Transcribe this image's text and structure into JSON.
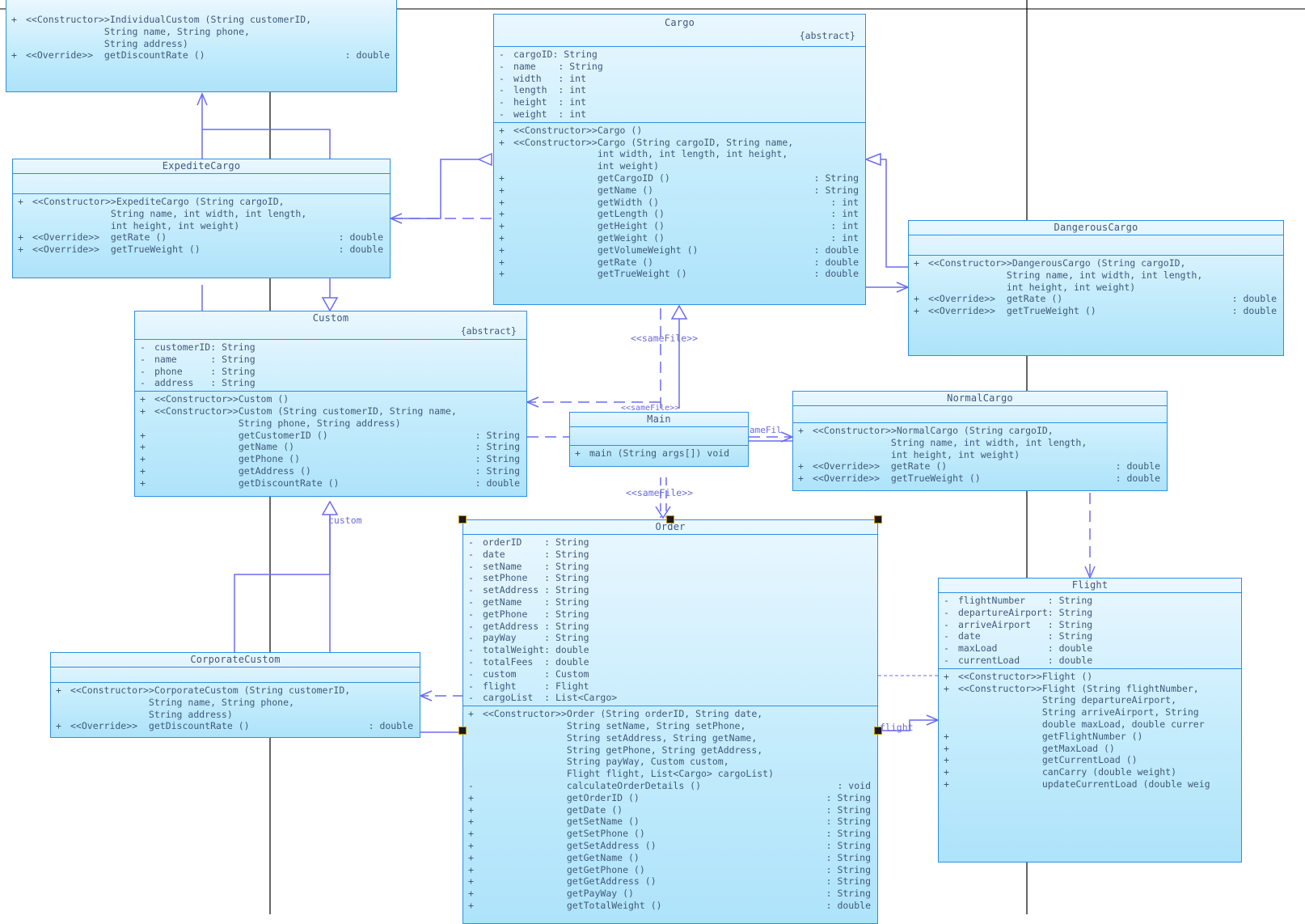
{
  "classes": {
    "individual": {
      "name": "",
      "attrs": [],
      "ops": [
        {
          "v": "+",
          "t": "<<Constructor>>IndividualCustom (String customerID,",
          "ty": ""
        },
        {
          "v": "",
          "t": "              String name, String phone,",
          "ty": ""
        },
        {
          "v": "",
          "t": "              String address)",
          "ty": ""
        },
        {
          "v": "+",
          "t": "<<Override>>  getDiscountRate ()",
          "ty": ": double"
        }
      ]
    },
    "cargo": {
      "name": "Cargo",
      "stereo": "{abstract}",
      "attrs": [
        {
          "v": "-",
          "t": "cargoID: String",
          "ty": ""
        },
        {
          "v": "-",
          "t": "name    : String",
          "ty": ""
        },
        {
          "v": "-",
          "t": "width   : int",
          "ty": ""
        },
        {
          "v": "-",
          "t": "length  : int",
          "ty": ""
        },
        {
          "v": "-",
          "t": "height  : int",
          "ty": ""
        },
        {
          "v": "-",
          "t": "weight  : int",
          "ty": ""
        }
      ],
      "ops": [
        {
          "v": "+",
          "t": "<<Constructor>>Cargo ()",
          "ty": ""
        },
        {
          "v": "+",
          "t": "<<Constructor>>Cargo (String cargoID, String name,",
          "ty": ""
        },
        {
          "v": "",
          "t": "               int width, int length, int height,",
          "ty": ""
        },
        {
          "v": "",
          "t": "               int weight)",
          "ty": ""
        },
        {
          "v": "+",
          "t": "               getCargoID ()",
          "ty": ": String"
        },
        {
          "v": "+",
          "t": "               getName ()",
          "ty": ": String"
        },
        {
          "v": "+",
          "t": "               getWidth ()",
          "ty": ": int"
        },
        {
          "v": "+",
          "t": "               getLength ()",
          "ty": ": int"
        },
        {
          "v": "+",
          "t": "               getHeight ()",
          "ty": ": int"
        },
        {
          "v": "+",
          "t": "               getWeight ()",
          "ty": ": int"
        },
        {
          "v": "+",
          "t": "               getVolumeWeight ()",
          "ty": ": double"
        },
        {
          "v": "+",
          "t": "               getRate ()",
          "ty": ": double"
        },
        {
          "v": "+",
          "t": "               getTrueWeight ()",
          "ty": ": double"
        }
      ]
    },
    "expedite": {
      "name": "ExpediteCargo",
      "attrs": [],
      "ops": [
        {
          "v": "+",
          "t": "<<Constructor>>ExpediteCargo (String cargoID,",
          "ty": ""
        },
        {
          "v": "",
          "t": "              String name, int width, int length,",
          "ty": ""
        },
        {
          "v": "",
          "t": "              int height, int weight)",
          "ty": ""
        },
        {
          "v": "+",
          "t": "<<Override>>  getRate ()",
          "ty": ": double"
        },
        {
          "v": "+",
          "t": "<<Override>>  getTrueWeight ()",
          "ty": ": double"
        }
      ]
    },
    "dangerous": {
      "name": "DangerousCargo",
      "attrs": [],
      "ops": [
        {
          "v": "+",
          "t": "<<Constructor>>DangerousCargo (String cargoID,",
          "ty": ""
        },
        {
          "v": "",
          "t": "              String name, int width, int length,",
          "ty": ""
        },
        {
          "v": "",
          "t": "              int height, int weight)",
          "ty": ""
        },
        {
          "v": "+",
          "t": "<<Override>>  getRate ()",
          "ty": ": double"
        },
        {
          "v": "+",
          "t": "<<Override>>  getTrueWeight ()",
          "ty": ": double"
        }
      ]
    },
    "custom": {
      "name": "Custom",
      "stereo": "{abstract}",
      "attrs": [
        {
          "v": "-",
          "t": "customerID: String",
          "ty": ""
        },
        {
          "v": "-",
          "t": "name      : String",
          "ty": ""
        },
        {
          "v": "-",
          "t": "phone     : String",
          "ty": ""
        },
        {
          "v": "-",
          "t": "address   : String",
          "ty": ""
        }
      ],
      "ops": [
        {
          "v": "+",
          "t": "<<Constructor>>Custom ()",
          "ty": ""
        },
        {
          "v": "+",
          "t": "<<Constructor>>Custom (String customerID, String name,",
          "ty": ""
        },
        {
          "v": "",
          "t": "               String phone, String address)",
          "ty": ""
        },
        {
          "v": "+",
          "t": "               getCustomerID ()",
          "ty": ": String"
        },
        {
          "v": "+",
          "t": "               getName ()",
          "ty": ": String"
        },
        {
          "v": "+",
          "t": "               getPhone ()",
          "ty": ": String"
        },
        {
          "v": "+",
          "t": "               getAddress ()",
          "ty": ": String"
        },
        {
          "v": "+",
          "t": "               getDiscountRate ()",
          "ty": ": double"
        }
      ]
    },
    "main": {
      "name": "Main",
      "attrs": [],
      "ops": [
        {
          "v": "+",
          "t": "main (String args[]) void",
          "ty": ""
        }
      ]
    },
    "normal": {
      "name": "NormalCargo",
      "attrs": [],
      "ops": [
        {
          "v": "+",
          "t": "<<Constructor>>NormalCargo (String cargoID,",
          "ty": ""
        },
        {
          "v": "",
          "t": "              String name, int width, int length,",
          "ty": ""
        },
        {
          "v": "",
          "t": "              int height, int weight)",
          "ty": ""
        },
        {
          "v": "+",
          "t": "<<Override>>  getRate ()",
          "ty": ": double"
        },
        {
          "v": "+",
          "t": "<<Override>>  getTrueWeight ()",
          "ty": ": double"
        }
      ]
    },
    "order": {
      "name": "Order",
      "attrs": [
        {
          "v": "-",
          "t": "orderID    : String",
          "ty": ""
        },
        {
          "v": "-",
          "t": "date       : String",
          "ty": ""
        },
        {
          "v": "-",
          "t": "setName    : String",
          "ty": ""
        },
        {
          "v": "-",
          "t": "setPhone   : String",
          "ty": ""
        },
        {
          "v": "-",
          "t": "setAddress : String",
          "ty": ""
        },
        {
          "v": "-",
          "t": "getName    : String",
          "ty": ""
        },
        {
          "v": "-",
          "t": "getPhone   : String",
          "ty": ""
        },
        {
          "v": "-",
          "t": "getAddress : String",
          "ty": ""
        },
        {
          "v": "-",
          "t": "payWay     : String",
          "ty": ""
        },
        {
          "v": "-",
          "t": "totalWeight: double",
          "ty": ""
        },
        {
          "v": "-",
          "t": "totalFees  : double",
          "ty": ""
        },
        {
          "v": "-",
          "t": "custom     : Custom",
          "ty": ""
        },
        {
          "v": "-",
          "t": "flight     : Flight",
          "ty": ""
        },
        {
          "v": "-",
          "t": "cargoList  : List<Cargo>",
          "ty": ""
        }
      ],
      "ops": [
        {
          "v": "+",
          "t": "<<Constructor>>Order (String orderID, String date,",
          "ty": ""
        },
        {
          "v": "",
          "t": "               String setName, String setPhone,",
          "ty": ""
        },
        {
          "v": "",
          "t": "               String setAddress, String getName,",
          "ty": ""
        },
        {
          "v": "",
          "t": "               String getPhone, String getAddress,",
          "ty": ""
        },
        {
          "v": "",
          "t": "               String payWay, Custom custom,",
          "ty": ""
        },
        {
          "v": "",
          "t": "               Flight flight, List<Cargo> cargoList)",
          "ty": ""
        },
        {
          "v": "-",
          "t": "               calculateOrderDetails ()",
          "ty": ": void"
        },
        {
          "v": "+",
          "t": "               getOrderID ()",
          "ty": ": String"
        },
        {
          "v": "+",
          "t": "               getDate ()",
          "ty": ": String"
        },
        {
          "v": "+",
          "t": "               getSetName ()",
          "ty": ": String"
        },
        {
          "v": "+",
          "t": "               getSetPhone ()",
          "ty": ": String"
        },
        {
          "v": "+",
          "t": "               getSetAddress ()",
          "ty": ": String"
        },
        {
          "v": "+",
          "t": "               getGetName ()",
          "ty": ": String"
        },
        {
          "v": "+",
          "t": "               getGetPhone ()",
          "ty": ": String"
        },
        {
          "v": "+",
          "t": "               getGetAddress ()",
          "ty": ": String"
        },
        {
          "v": "+",
          "t": "               getPayWay ()",
          "ty": ": String"
        },
        {
          "v": "+",
          "t": "               getTotalWeight ()",
          "ty": ": double"
        }
      ]
    },
    "flight": {
      "name": "Flight",
      "attrs": [
        {
          "v": "-",
          "t": "flightNumber    : String",
          "ty": ""
        },
        {
          "v": "-",
          "t": "departureAirport: String",
          "ty": ""
        },
        {
          "v": "-",
          "t": "arriveAirport   : String",
          "ty": ""
        },
        {
          "v": "-",
          "t": "date            : String",
          "ty": ""
        },
        {
          "v": "-",
          "t": "maxLoad         : double",
          "ty": ""
        },
        {
          "v": "-",
          "t": "currentLoad     : double",
          "ty": ""
        }
      ],
      "ops": [
        {
          "v": "+",
          "t": "<<Constructor>>Flight ()",
          "ty": ""
        },
        {
          "v": "+",
          "t": "<<Constructor>>Flight (String flightNumber,",
          "ty": ""
        },
        {
          "v": "",
          "t": "               String departureAirport,",
          "ty": ""
        },
        {
          "v": "",
          "t": "               String arriveAirport, String",
          "ty": ""
        },
        {
          "v": "",
          "t": "               double maxLoad, double currer",
          "ty": ""
        },
        {
          "v": "+",
          "t": "               getFlightNumber ()",
          "ty": ""
        },
        {
          "v": "+",
          "t": "               getMaxLoad ()",
          "ty": ""
        },
        {
          "v": "+",
          "t": "               getCurrentLoad ()",
          "ty": ""
        },
        {
          "v": "+",
          "t": "               canCarry (double weight)",
          "ty": ""
        },
        {
          "v": "+",
          "t": "               updateCurrentLoad (double weig",
          "ty": ""
        }
      ]
    },
    "corporate": {
      "name": "CorporateCustom",
      "attrs": [],
      "ops": [
        {
          "v": "+",
          "t": "<<Constructor>>CorporateCustom (String customerID,",
          "ty": ""
        },
        {
          "v": "",
          "t": "              String name, String phone,",
          "ty": ""
        },
        {
          "v": "",
          "t": "              String address)",
          "ty": ""
        },
        {
          "v": "+",
          "t": "<<Override>>  getDiscountRate ()",
          "ty": ": double"
        }
      ]
    }
  },
  "labels": {
    "samefile1": "<<sameFile>>",
    "samefile2": "<<sameFile>>",
    "samefile3": "<<sameFile>>",
    "samefile4": "ameFil",
    "custom_role": "custom",
    "flight_role": "flight"
  },
  "colors": {
    "border": "#2b8fe6",
    "edge": "#6b6bf0",
    "text": "#3f5a7a"
  }
}
